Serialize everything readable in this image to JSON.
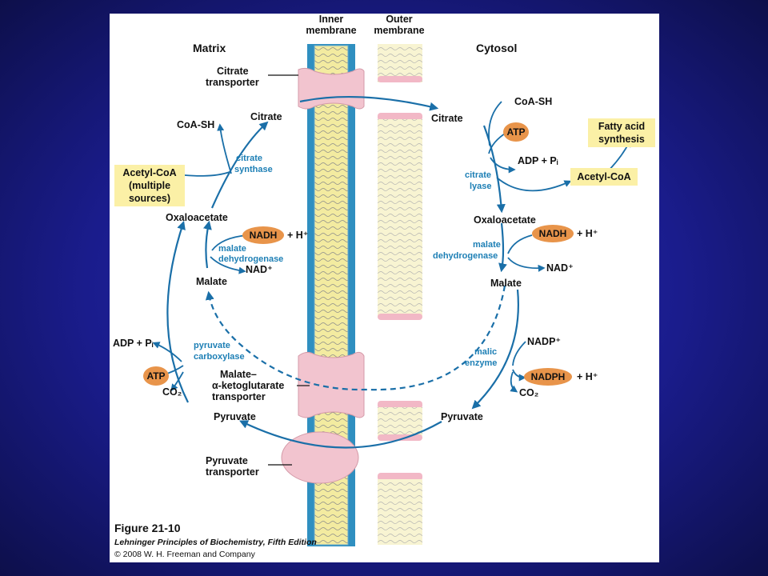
{
  "colors": {
    "background": "#1f23a0",
    "arrow": "#1a6fa8",
    "enzyme_text": "#1d7fb5",
    "transporter": "#f2c4cf",
    "cofactor_oval": "#e8944a",
    "yellow_box": "#fbf0a6",
    "membrane_lipid": "#f3eba0"
  },
  "headers": {
    "matrix": "Matrix",
    "cytosol": "Cytosol",
    "inner_membrane_1": "Inner",
    "inner_membrane_2": "membrane",
    "outer_membrane_1": "Outer",
    "outer_membrane_2": "membrane"
  },
  "transporters": {
    "citrate_1": "Citrate",
    "citrate_2": "transporter",
    "malate_akg_1": "Malate–",
    "malate_akg_2": "α-ketoglutarate",
    "malate_akg_3": "transporter",
    "pyruvate_1": "Pyruvate",
    "pyruvate_2": "transporter"
  },
  "matrix": {
    "citrate": "Citrate",
    "coa_sh": "CoA-SH",
    "citrate_synthase_1": "citrate",
    "citrate_synthase_2": "synthase",
    "acetyl_coa_1": "Acetyl-CoA",
    "acetyl_coa_2": "(multiple",
    "acetyl_coa_3": "sources)",
    "oxaloacetate": "Oxaloacetate",
    "nadh": "NADH",
    "h_plus": "+ H⁺",
    "malate_dh_1": "malate",
    "malate_dh_2": "dehydrogenase",
    "nad_plus": "NAD⁺",
    "malate": "Malate",
    "adp_pi": "ADP + Pᵢ",
    "pyruvate_carboxylase_1": "pyruvate",
    "pyruvate_carboxylase_2": "carboxylase",
    "atp": "ATP",
    "co2": "CO₂",
    "pyruvate": "Pyruvate"
  },
  "cytosol": {
    "citrate": "Citrate",
    "coa_sh": "CoA-SH",
    "atp": "ATP",
    "adp_pi": "ADP + Pᵢ",
    "citrate_lyase_1": "citrate",
    "citrate_lyase_2": "lyase",
    "fatty_acid_1": "Fatty acid",
    "fatty_acid_2": "synthesis",
    "acetyl_coa": "Acetyl-CoA",
    "oxaloacetate": "Oxaloacetate",
    "nadh": "NADH",
    "h_plus": "+ H⁺",
    "malate_dh_1": "malate",
    "malate_dh_2": "dehydrogenase",
    "nad_plus": "NAD⁺",
    "malate": "Malate",
    "nadp_plus": "NADP⁺",
    "malic_enzyme_1": "malic",
    "malic_enzyme_2": "enzyme",
    "nadph": "NADPH",
    "h_plus_2": "+ H⁺",
    "co2": "CO₂",
    "pyruvate": "Pyruvate"
  },
  "caption": {
    "figure": "Figure 21-10",
    "book": "Lehninger Principles of Biochemistry, Fifth Edition",
    "copyright": "© 2008 W. H. Freeman and Company"
  }
}
